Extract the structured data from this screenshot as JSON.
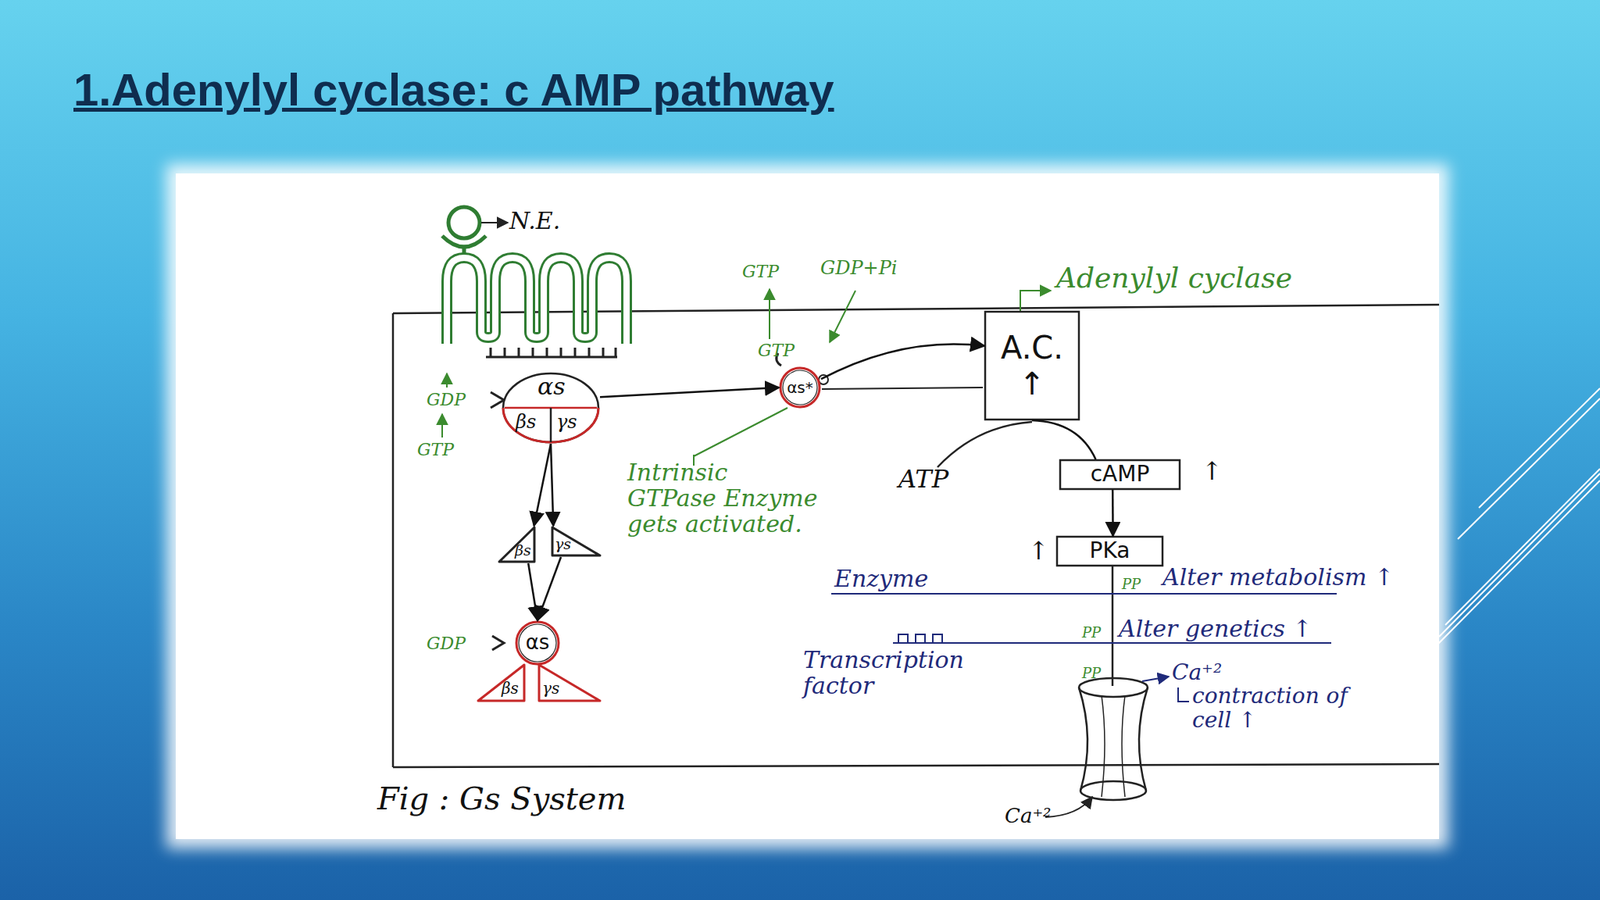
{
  "diagram": {
    "title": "1.Adenylyl cyclase: c AMP pathway",
    "caption": "Fig : Gs System",
    "nodes": [
      {
        "text": [
          "αs",
          "βs",
          "γs"
        ]
      },
      {
        "text": [
          "αs*"
        ]
      },
      {
        "text": [
          "A.C.",
          "↑"
        ]
      },
      {
        "text": [
          "cAMP"
        ]
      },
      {
        "text": [
          "PKa"
        ]
      },
      {
        "text": [
          "βs"
        ]
      },
      {
        "text": [
          "γs"
        ]
      },
      {
        "text": [
          "αs"
        ]
      },
      {
        "text": [
          "βs"
        ]
      },
      {
        "text": [
          "γs"
        ]
      }
    ],
    "edges": [
      {
        "from": 0,
        "to": 1,
        "arrow": "to"
      },
      {
        "from": 1,
        "to": 2,
        "arrow": "to"
      },
      {
        "from": 2,
        "to": 3,
        "arrow": "none"
      },
      {
        "from": 3,
        "to": 4,
        "arrow": "to"
      },
      {
        "from": 0,
        "to": 5,
        "arrow": "to"
      },
      {
        "from": 0,
        "to": 6,
        "arrow": "to"
      },
      {
        "from": 5,
        "to": 7,
        "arrow": "to"
      },
      {
        "from": 6,
        "to": 7,
        "arrow": "to"
      }
    ],
    "labels": [
      "N.E.",
      "GDP",
      "GTP",
      "GTP",
      "GDP+Pi",
      "GTP",
      "Adenylyl cyclase",
      "Intrinsic GTPase Enzyme gets activated.",
      "ATP",
      "↑",
      "↑",
      "Enzyme",
      "PP",
      "Alter metabolism ↑",
      "Transcription factor",
      "PP",
      "Alter genetics ↑",
      "PP",
      "Ca⁺²",
      "contraction of cell ↑",
      "Ca⁺²",
      "GDP"
    ]
  }
}
